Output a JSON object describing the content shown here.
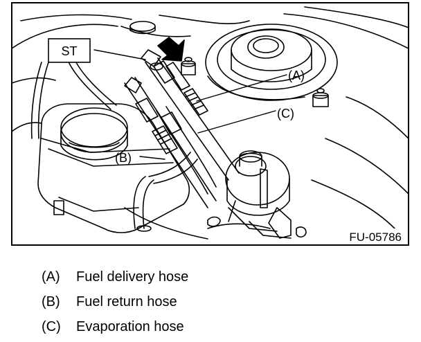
{
  "figure": {
    "labels": {
      "st": "ST",
      "a": "(A)",
      "b": "(B)",
      "c": "(C)"
    },
    "code": "FU-05786"
  },
  "legend": [
    {
      "key": "(A)",
      "text": "Fuel delivery hose"
    },
    {
      "key": "(B)",
      "text": "Fuel return hose"
    },
    {
      "key": "(C)",
      "text": "Evaporation hose"
    }
  ]
}
